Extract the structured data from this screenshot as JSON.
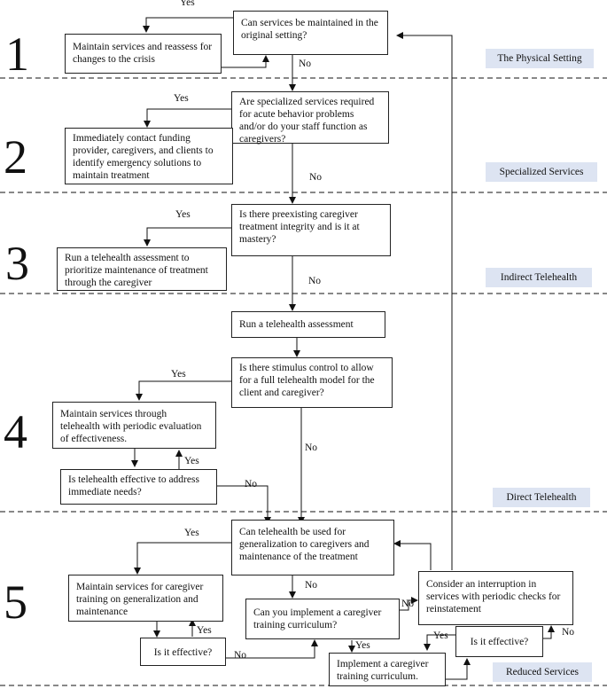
{
  "stages": [
    {
      "number": "1",
      "label": "The Physical Setting"
    },
    {
      "number": "2",
      "label": "Specialized Services"
    },
    {
      "number": "3",
      "label": "Indirect Telehealth"
    },
    {
      "number": "4",
      "label": "Direct Telehealth"
    },
    {
      "number": "5",
      "label": "Reduced Services"
    }
  ],
  "nodes": {
    "q1": "Can services be maintained in the original setting?",
    "a1": "Maintain services and reassess for changes to the crisis",
    "q2": "Are specialized services required for acute behavior problems and/or do your staff function as caregivers?",
    "a2": "Immediately contact funding provider, caregivers, and clients to identify emergency solutions to maintain treatment",
    "q3": "Is there preexisting caregiver treatment integrity and is it at mastery?",
    "a3": "Run a telehealth assessment to prioritize maintenance of treatment through the caregiver",
    "run4": "Run a telehealth assessment",
    "q4": "Is there stimulus control to allow for a full telehealth model for the client and caregiver?",
    "a4": "Maintain services through telehealth with periodic evaluation of effectiveness.",
    "q4b": "Is telehealth effective to address immediate needs?",
    "q5": "Can telehealth be used for generalization to caregivers and maintenance of the treatment",
    "a5": "Maintain services for caregiver training on generalization and maintenance",
    "q5b": "Is it effective?",
    "q5c": "Can you implement a caregiver training curriculum?",
    "a5c": "Implement a caregiver training curriculum.",
    "interrupt": "Consider an interruption in services with periodic checks for reinstatement",
    "q5d": "Is it effective?"
  },
  "edge_labels": {
    "yes": "Yes",
    "no": "No"
  }
}
